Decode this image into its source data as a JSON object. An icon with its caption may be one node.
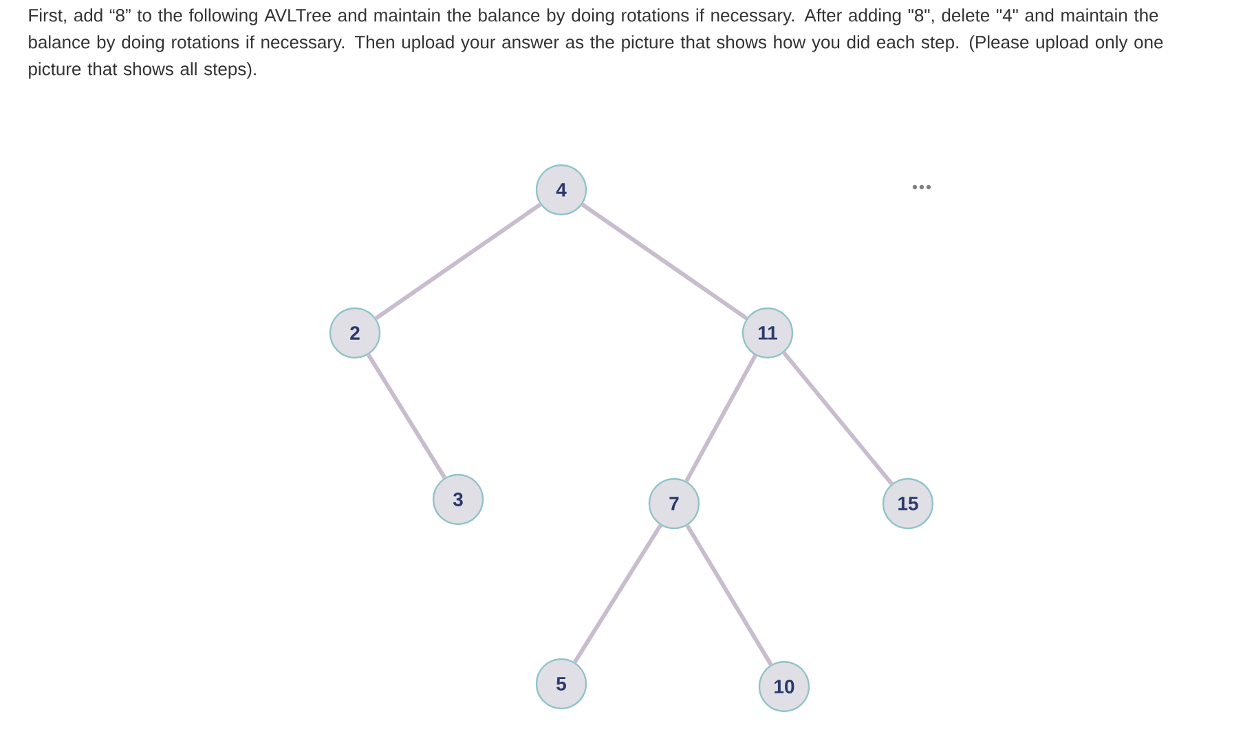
{
  "diagram": {
    "title": "First, add “8” to the following AVLTree and maintain the balance by doing rotations if necessary. After adding \"8\", delete \"4\" and maintain the balance by doing rotations if necessary. Then upload your answer as the picture that shows how you did each step. (Please upload only one picture that shows all steps).",
    "nodes": [
      {
        "text": [
          "4"
        ]
      },
      {
        "text": [
          "2"
        ]
      },
      {
        "text": [
          "11"
        ]
      },
      {
        "text": [
          "3"
        ]
      },
      {
        "text": [
          "7"
        ]
      },
      {
        "text": [
          "15"
        ]
      },
      {
        "text": [
          "5"
        ]
      },
      {
        "text": [
          "10"
        ]
      }
    ],
    "edges": [
      {
        "from": 0,
        "to": 1,
        "arrow": "none"
      },
      {
        "from": 0,
        "to": 2,
        "arrow": "none"
      },
      {
        "from": 1,
        "to": 3,
        "arrow": "none"
      },
      {
        "from": 2,
        "to": 4,
        "arrow": "none"
      },
      {
        "from": 2,
        "to": 5,
        "arrow": "none"
      },
      {
        "from": 4,
        "to": 6,
        "arrow": "none"
      },
      {
        "from": 4,
        "to": 7,
        "arrow": "none"
      }
    ]
  }
}
